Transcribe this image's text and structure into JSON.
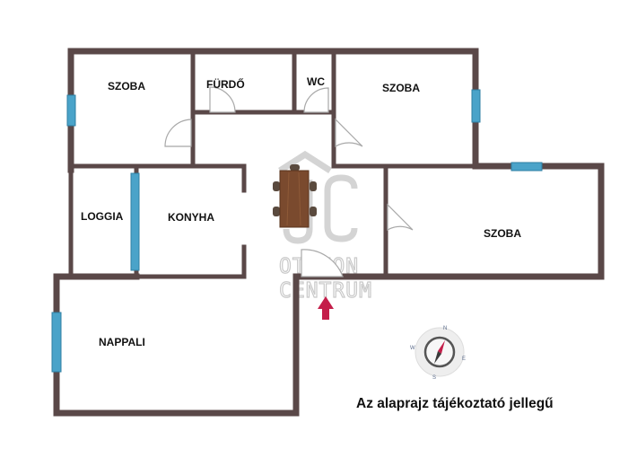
{
  "rooms": {
    "szoba_1": "SZOBA",
    "furdo": "FÜRDŐ",
    "wc": "WC",
    "szoba_2": "SZOBA",
    "loggia": "LOGGIA",
    "konyha": "KONYHA",
    "szoba_3": "SZOBA",
    "nappali": "NAPPALI"
  },
  "watermark": {
    "monogram": "OC",
    "line1": "OTTHON",
    "line2": "CENTRUM"
  },
  "compass": {
    "n": "N",
    "e": "E",
    "s": "S",
    "w": "W"
  },
  "disclaimer": "Az alaprajz tájékoztató jellegű",
  "colors": {
    "wall": "#5a4848",
    "window": "#4aa3c9",
    "door_arc": "#b8b8b8",
    "entrance_arrow": "#c41e4a",
    "table": "#7a4a2e",
    "chair": "#5a4a3e"
  }
}
